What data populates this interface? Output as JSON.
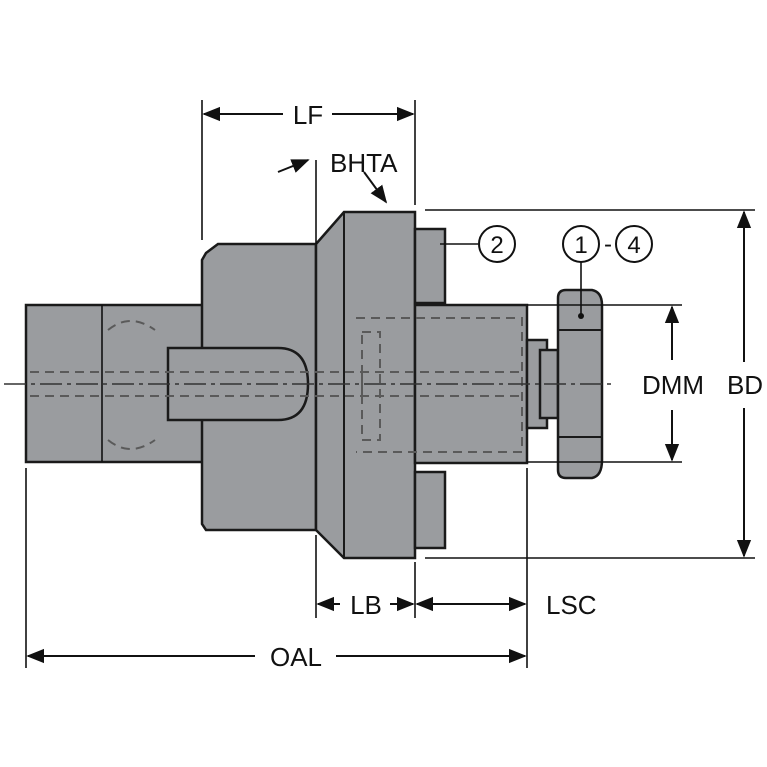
{
  "diagram": {
    "labels": {
      "lf": "LF",
      "bhta": "BHTA",
      "bd": "BD",
      "dmm": "DMM",
      "lb": "LB",
      "lsc": "LSC",
      "oal": "OAL"
    },
    "callouts": {
      "item_2": "2",
      "item_1": "1",
      "item_4": "4",
      "range_separator": "-"
    },
    "colors": {
      "body_fill": "#9a9c9f",
      "outline": "#1a1a1a",
      "background": "#ffffff"
    }
  }
}
